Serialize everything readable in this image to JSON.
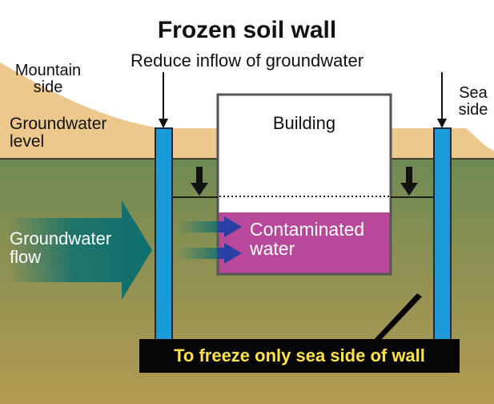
{
  "title": "Frozen soil wall",
  "subtitle": "Reduce inflow of groundwater",
  "labels": {
    "mountain_side": [
      "Mountain",
      "side"
    ],
    "sea_side": [
      "Sea",
      "side"
    ],
    "groundwater_level": [
      "Groundwater",
      "level"
    ],
    "building": "Building",
    "contaminated_water": [
      "Contaminated",
      "water"
    ],
    "groundwater_flow": [
      "Groundwater",
      "flow"
    ]
  },
  "caption": "To freeze only sea side of wall",
  "colors": {
    "sand": "#ecc88c",
    "soil_top": "#6f8a53",
    "soil_bottom": "#b49a52",
    "wall": "#1a9ad6",
    "contaminated": "#b8499a",
    "flow_arrow": "#0e6f6e",
    "caption_text": "#ffe24a"
  }
}
